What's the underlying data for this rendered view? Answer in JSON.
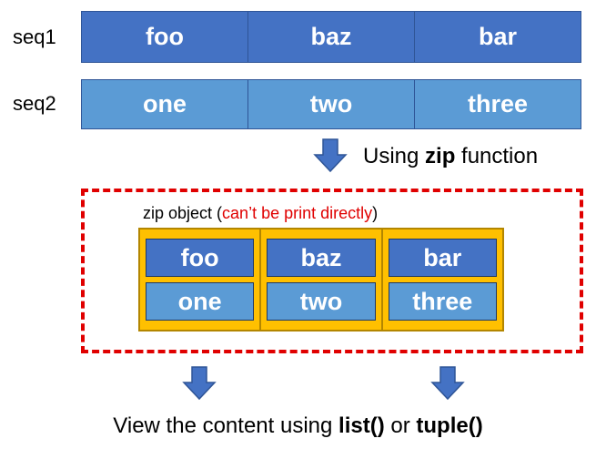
{
  "seq1": {
    "label": "seq1",
    "items": [
      "foo",
      "baz",
      "bar"
    ]
  },
  "seq2": {
    "label": "seq2",
    "items": [
      "one",
      "two",
      "three"
    ]
  },
  "step1": {
    "prefix": "Using ",
    "keyword": "zip",
    "suffix": " function"
  },
  "zip_object": {
    "label_prefix": "zip object (",
    "label_warning": "can’t be print directly",
    "label_suffix": ")",
    "pairs": [
      {
        "top": "foo",
        "bottom": "one"
      },
      {
        "top": "baz",
        "bottom": "two"
      },
      {
        "top": "bar",
        "bottom": "three"
      }
    ]
  },
  "step2": {
    "prefix": "View the content using ",
    "fn1": "list()",
    "mid": " or ",
    "fn2": "tuple()"
  },
  "colors": {
    "seq1_fill": "#4472c4",
    "seq2_fill": "#5b9bd5",
    "zip_fill": "#ffc000",
    "dashed_border": "#e00000",
    "arrow": "#4472c4"
  },
  "icons": [
    "arrow-down-icon"
  ]
}
